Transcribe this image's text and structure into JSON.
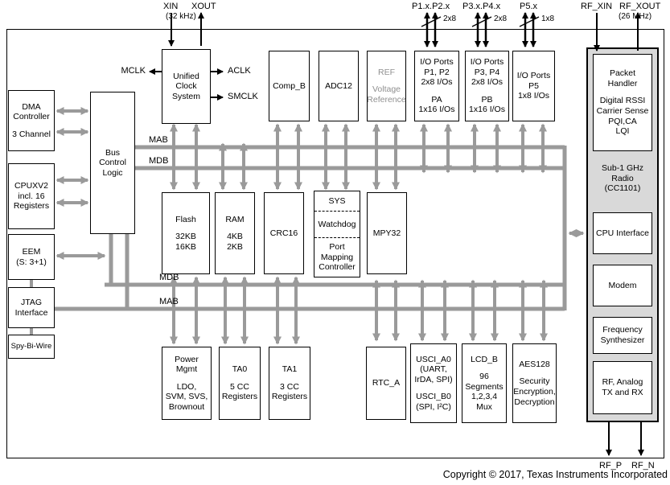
{
  "pins": {
    "xin": "XIN",
    "xout": "XOUT",
    "xtal_freq": "(32 kHz)",
    "p12": "P1.x.P2.x",
    "p12_w": "2x8",
    "p34": "P3.x.P4.x",
    "p34_w": "2x8",
    "p5": "P5.x",
    "p5_w": "1x8",
    "rf_xin": "RF_XIN",
    "rf_xout": "RF_XOUT",
    "rf_freq": "(26 MHz)",
    "rf_p": "RF_P",
    "rf_n": "RF_N"
  },
  "clocks": {
    "mclk": "MCLK",
    "aclk": "ACLK",
    "smclk": "SMCLK"
  },
  "buses": {
    "mab_top": "MAB",
    "mdb_top": "MDB",
    "mdb_bot": "MDB",
    "mab_bot": "MAB"
  },
  "blocks": {
    "dma": {
      "lines": [
        "DMA",
        "Controller",
        "",
        "3 Channel"
      ]
    },
    "cpu": {
      "lines": [
        "CPUXV2",
        "incl. 16",
        "Registers"
      ]
    },
    "eem": {
      "lines": [
        "EEM",
        "(S: 3+1)"
      ]
    },
    "jtag": {
      "lines": [
        "JTAG",
        "Interface"
      ]
    },
    "sbw": {
      "lines": [
        "Spy-Bi-Wire"
      ]
    },
    "bcl": {
      "lines": [
        "Bus",
        "Control",
        "Logic"
      ]
    },
    "ucs": {
      "lines": [
        "Unified",
        "Clock",
        "System"
      ]
    },
    "comp_b": {
      "lines": [
        "Comp_B"
      ]
    },
    "adc12": {
      "lines": [
        "ADC12"
      ]
    },
    "ref": {
      "lines": [
        "REF",
        "",
        "Voltage",
        "Reference"
      ]
    },
    "p12": {
      "lines": [
        "I/O Ports",
        "P1, P2",
        "2x8 I/Os",
        "",
        "PA",
        "1x16 I/Os"
      ]
    },
    "p34": {
      "lines": [
        "I/O Ports",
        "P3, P4",
        "2x8 I/Os",
        "",
        "PB",
        "1x16 I/Os"
      ]
    },
    "p5": {
      "lines": [
        "I/O Ports",
        "P5",
        "1x8 I/Os"
      ]
    },
    "radio": {
      "lines": [
        "Sub-1 GHz",
        "Radio",
        "(CC1101)"
      ]
    },
    "packet": {
      "lines": [
        "Packet",
        "Handler",
        "",
        "Digital RSSI",
        "Carrier Sense",
        "PQI,CA",
        "LQI"
      ]
    },
    "cpu_if": {
      "lines": [
        "CPU Interface"
      ]
    },
    "modem": {
      "lines": [
        "Modem"
      ]
    },
    "freq": {
      "lines": [
        "Frequency",
        "Synthesizer"
      ]
    },
    "rf_fe": {
      "lines": [
        "RF, Analog",
        "TX and RX"
      ]
    },
    "flash": {
      "lines": [
        "Flash",
        "",
        "32KB",
        "16KB"
      ]
    },
    "ram": {
      "lines": [
        "RAM",
        "",
        "4KB",
        "2KB"
      ]
    },
    "crc": {
      "lines": [
        "CRC16"
      ]
    },
    "sys": {
      "top": [
        "SYS"
      ],
      "mid": [
        "Watchdog"
      ],
      "bot": [
        "Port",
        "Mapping",
        "Controller"
      ]
    },
    "mpy": {
      "lines": [
        "MPY32"
      ]
    },
    "pmm": {
      "lines": [
        "Power",
        "Mgmt",
        "",
        "LDO,",
        "SVM, SVS,",
        "Brownout"
      ]
    },
    "ta0": {
      "lines": [
        "TA0",
        "",
        "5 CC",
        "Registers"
      ]
    },
    "ta1": {
      "lines": [
        "TA1",
        "",
        "3 CC",
        "Registers"
      ]
    },
    "rtc": {
      "lines": [
        "RTC_A"
      ]
    },
    "usci": {
      "lines": [
        "USCI_A0",
        "(UART,",
        "IrDA, SPI)",
        "",
        "USCI_B0",
        "(SPI, I²C)"
      ]
    },
    "lcd": {
      "lines": [
        "LCD_B",
        "",
        "96",
        "Segments",
        "1,2,3,4",
        "Mux"
      ]
    },
    "aes": {
      "lines": [
        "AES128",
        "",
        "Security",
        "Encryption,",
        "Decryption"
      ]
    }
  },
  "footer": {
    "copyright": "Copyright © 2017, Texas Instruments Incorporated"
  }
}
